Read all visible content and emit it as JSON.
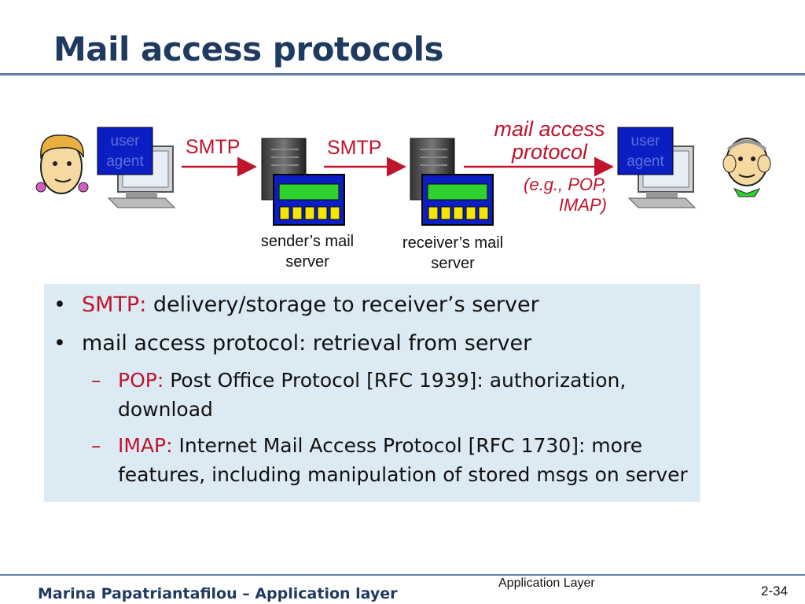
{
  "slide": {
    "title": "Mail access protocols",
    "footer_author": "Marina Papatriantafilou –  Application layer",
    "footer_center": "Application Layer",
    "page_number": "2-34"
  },
  "diagram": {
    "left_ua_label": [
      "user",
      "agent"
    ],
    "right_ua_label": [
      "user",
      "agent"
    ],
    "smtp_label_1": "SMTP",
    "smtp_label_2": "SMTP",
    "access_label": [
      "mail access",
      "protocol"
    ],
    "access_example_1": "(e.g., POP,",
    "access_example_2": "IMAP)",
    "sender_server_label": [
      "sender’s mail",
      "server"
    ],
    "receiver_server_label": [
      "receiver’s mail",
      "server"
    ],
    "colors": {
      "arrow": "#c0142c",
      "ua_box": "#0b1ec4",
      "server_panel": "#0b1ec4",
      "panel_green": "#2fd12f",
      "panel_yellow": "#f5e60a"
    }
  },
  "bullets": [
    {
      "marker": "•",
      "term": "SMTP:",
      "text": " delivery/storage to receiver’s server"
    },
    {
      "marker": "•",
      "term": "",
      "text": "mail access protocol: retrieval from server"
    }
  ],
  "sub_bullets": [
    {
      "marker": "–",
      "term": "POP:",
      "line1": " Post Office Protocol [RFC 1939]: authorization,",
      "line2": "download"
    },
    {
      "marker": "–",
      "term": "IMAP:",
      "line1": " Internet Mail Access Protocol [RFC 1730]: more",
      "line2": "features, including manipulation of stored msgs on server"
    }
  ]
}
